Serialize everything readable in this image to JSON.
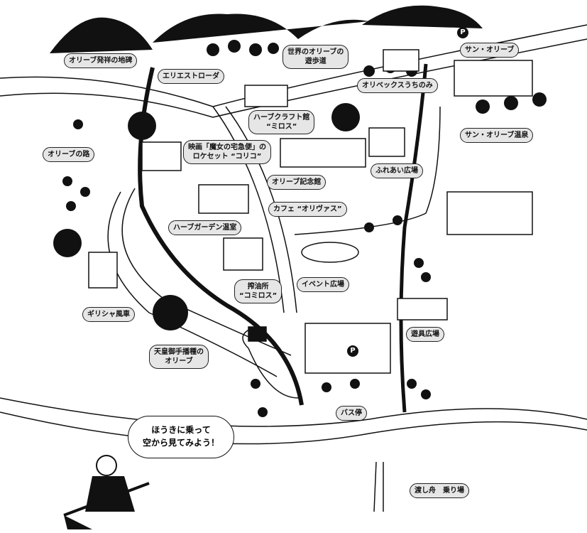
{
  "labels": {
    "origin_monument": "オリーブ発祥の地碑",
    "eliestroda": "エリエストローダ",
    "world_olive_walk": [
      "世界のオリーブの",
      "遊歩道"
    ],
    "sun_olive": "サン・オリーブ",
    "olivex": "オリベックスうちのみ",
    "herb_craft": [
      "ハーブクラフト館",
      "“ミロス”"
    ],
    "kiki_set": [
      "映画「魔女の宅急便」の",
      "ロケセット “コリコ”"
    ],
    "olive_road": "オリーブの路",
    "sun_olive_onsen": "サン・オリーブ温泉",
    "fureai": "ふれあい広場",
    "memorial_hall": "オリーブ記念館",
    "cafe": "カフェ “オリヴァス”",
    "herb_greenhouse": "ハーブガーデン温室",
    "oil_mill": [
      "搾油所",
      "“コミロス”"
    ],
    "event_plaza": "イベント広場",
    "greek_windmill": "ギリシャ風車",
    "playground": "遊具広場",
    "emperor_olive": [
      "天皇御手播種の",
      "オリーブ"
    ],
    "bus_stop": "バス停",
    "ferry": "渡し舟　乗り場"
  },
  "callout": [
    "ほうきに乗って",
    "空から見てみよう！"
  ],
  "parking": "P"
}
